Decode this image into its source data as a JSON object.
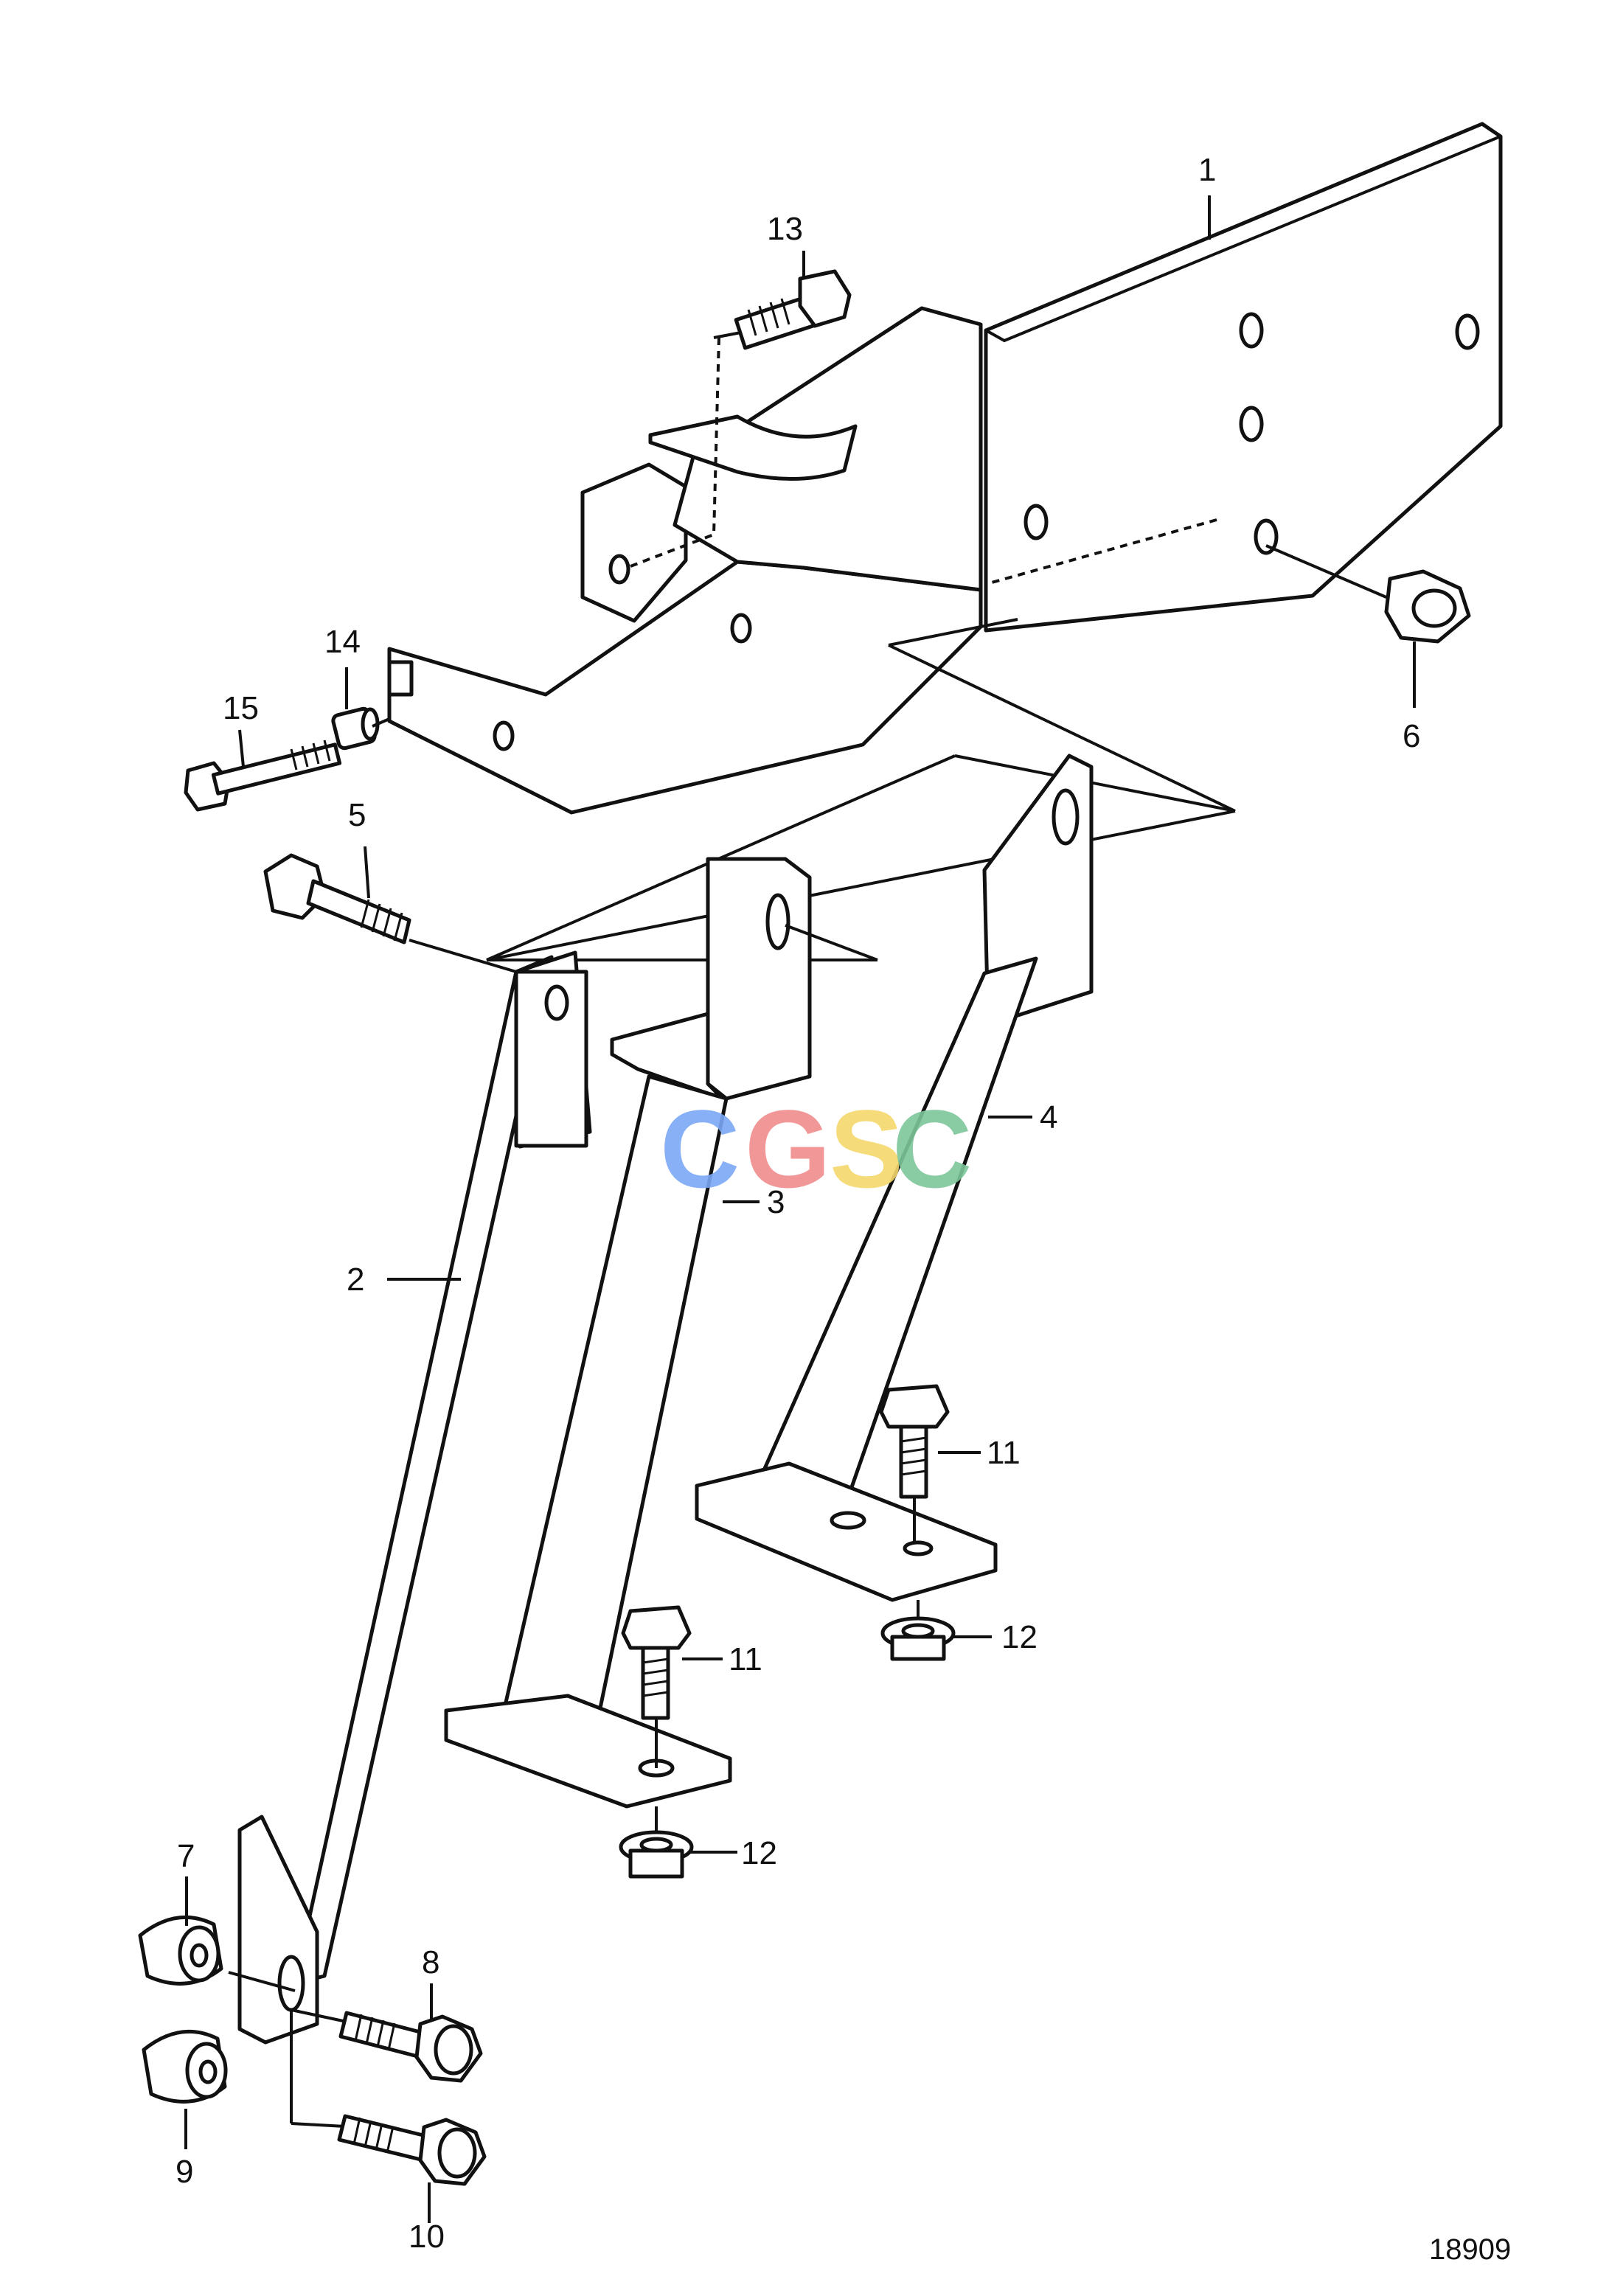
{
  "diagram": {
    "figure_number": "18909",
    "callouts": [
      "1",
      "2",
      "3",
      "4",
      "5",
      "6",
      "7",
      "8",
      "9",
      "10",
      "11",
      "11",
      "12",
      "12",
      "13",
      "14",
      "15"
    ],
    "watermark": {
      "letters": [
        "C",
        "G",
        "S",
        "C"
      ],
      "colors": [
        "#7aa7f5",
        "#f08c8c",
        "#f4d76a",
        "#7cc79a"
      ]
    }
  }
}
